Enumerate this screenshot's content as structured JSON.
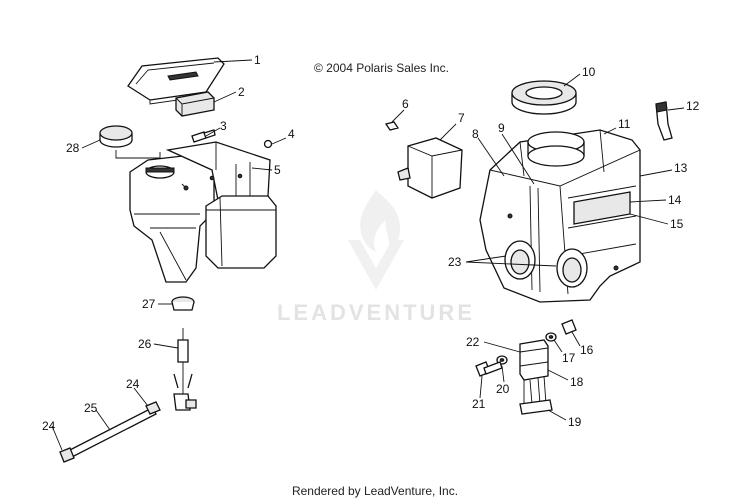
{
  "copyright": "© 2004 Polaris Sales Inc.",
  "footer": "Rendered by LeadVenture, Inc.",
  "watermark": "LEADVENTURE",
  "callouts": {
    "c1": "1",
    "c2": "2",
    "c3": "3",
    "c4": "4",
    "c5": "5",
    "c6": "6",
    "c7": "7",
    "c8": "8",
    "c9": "9",
    "c10": "10",
    "c11": "11",
    "c12": "12",
    "c13": "13",
    "c14": "14",
    "c15": "15",
    "c16": "16",
    "c17": "17",
    "c18": "18",
    "c19": "19",
    "c20": "20",
    "c21": "21",
    "c22": "22",
    "c23": "23",
    "c24a": "24",
    "c24b": "24",
    "c25": "25",
    "c26": "26",
    "c27": "27",
    "c28": "28"
  }
}
